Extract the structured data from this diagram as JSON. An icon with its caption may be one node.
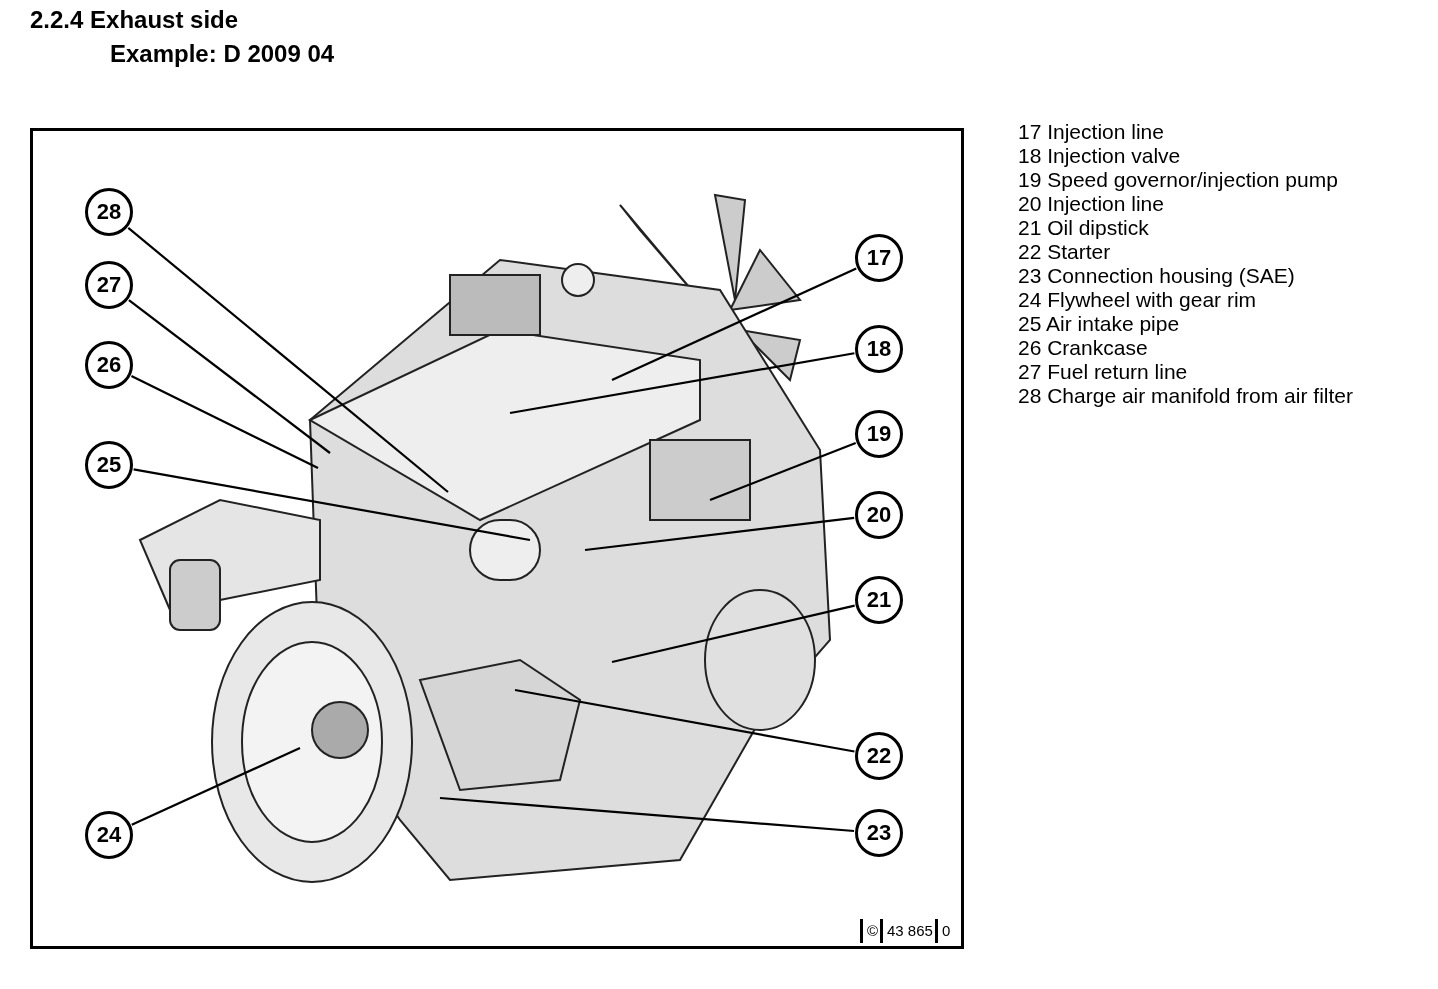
{
  "diagram": {
    "title": "2.2.4 Exhaust side",
    "nodes": [
      {
        "text": [
          "28"
        ]
      },
      {
        "text": [
          "27"
        ]
      },
      {
        "text": [
          "26"
        ]
      },
      {
        "text": [
          "25"
        ]
      },
      {
        "text": [
          "24"
        ]
      },
      {
        "text": [
          "17"
        ]
      },
      {
        "text": [
          "18"
        ]
      },
      {
        "text": [
          "19"
        ]
      },
      {
        "text": [
          "20"
        ]
      },
      {
        "text": [
          "21"
        ]
      },
      {
        "text": [
          "22"
        ]
      },
      {
        "text": [
          "23"
        ]
      }
    ],
    "edges": [
      {
        "from": 0,
        "to": null,
        "arrow": "none"
      },
      {
        "from": 1,
        "to": null,
        "arrow": "none"
      },
      {
        "from": 2,
        "to": null,
        "arrow": "none"
      },
      {
        "from": 3,
        "to": null,
        "arrow": "none"
      },
      {
        "from": 4,
        "to": null,
        "arrow": "none"
      },
      {
        "from": 5,
        "to": null,
        "arrow": "none"
      },
      {
        "from": 6,
        "to": null,
        "arrow": "none"
      },
      {
        "from": 7,
        "to": null,
        "arrow": "none"
      },
      {
        "from": 8,
        "to": null,
        "arrow": "none"
      },
      {
        "from": 9,
        "to": null,
        "arrow": "none"
      },
      {
        "from": 10,
        "to": null,
        "arrow": "none"
      },
      {
        "from": 11,
        "to": null,
        "arrow": "none"
      }
    ],
    "labels": [
      "Example: D 2009 04",
      "17 Injection line",
      "18 Injection valve",
      "19 Speed governor/injection pump",
      "20 Injection line",
      "21 Oil dipstick",
      "22 Starter",
      "23 Connection housing (SAE)",
      "24 Flywheel with gear rim",
      "25 Air intake pipe",
      "26 Crankcase",
      "27 Fuel return line",
      "28 Charge air manifold from air filter",
      "©",
      "43 865",
      "0"
    ]
  }
}
